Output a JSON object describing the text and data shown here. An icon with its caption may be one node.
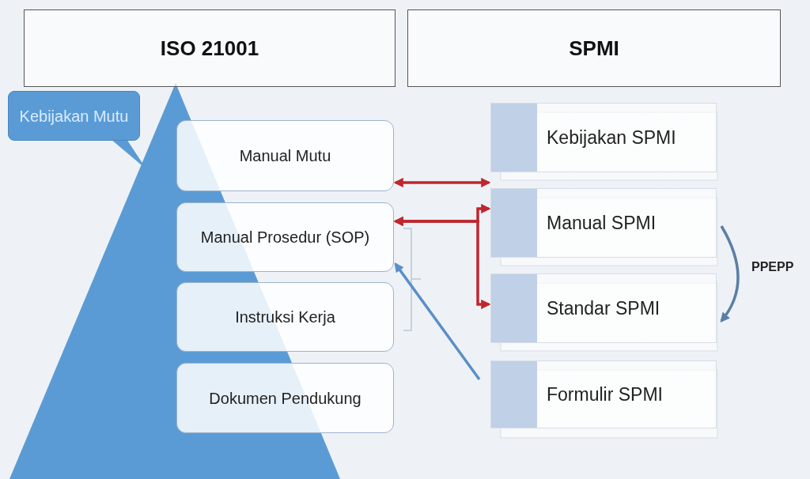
{
  "diagram": {
    "nodes": [
      {
        "text": [
          "ISO 21001"
        ]
      },
      {
        "text": [
          "SPMI"
        ]
      },
      {
        "text": [
          "Kebijakan Mutu"
        ]
      },
      {
        "text": [
          "Manual Mutu"
        ]
      },
      {
        "text": [
          "Manual Prosedur (SOP)"
        ]
      },
      {
        "text": [
          "Instruksi Kerja"
        ]
      },
      {
        "text": [
          "Dokumen Pendukung"
        ]
      },
      {
        "text": [
          "Kebijakan SPMI"
        ]
      },
      {
        "text": [
          "Manual SPMI"
        ]
      },
      {
        "text": [
          "Standar SPMI"
        ]
      },
      {
        "text": [
          "Formulir SPMI"
        ]
      }
    ],
    "edges": [
      {
        "from": 3,
        "to": 7,
        "arrow": "both",
        "color": "#c0262d"
      },
      {
        "from": 4,
        "to": 8,
        "arrow": "both",
        "color": "#c0262d"
      },
      {
        "from": 4,
        "to": 9,
        "arrow": "both",
        "color": "#c0262d"
      },
      {
        "from": 10,
        "to": 4,
        "arrow": "to",
        "color": "#5b8fc7"
      },
      {
        "from": 8,
        "to": 9,
        "arrow": "to",
        "label": "PPEPP",
        "color": "#5b7fa6"
      }
    ]
  }
}
